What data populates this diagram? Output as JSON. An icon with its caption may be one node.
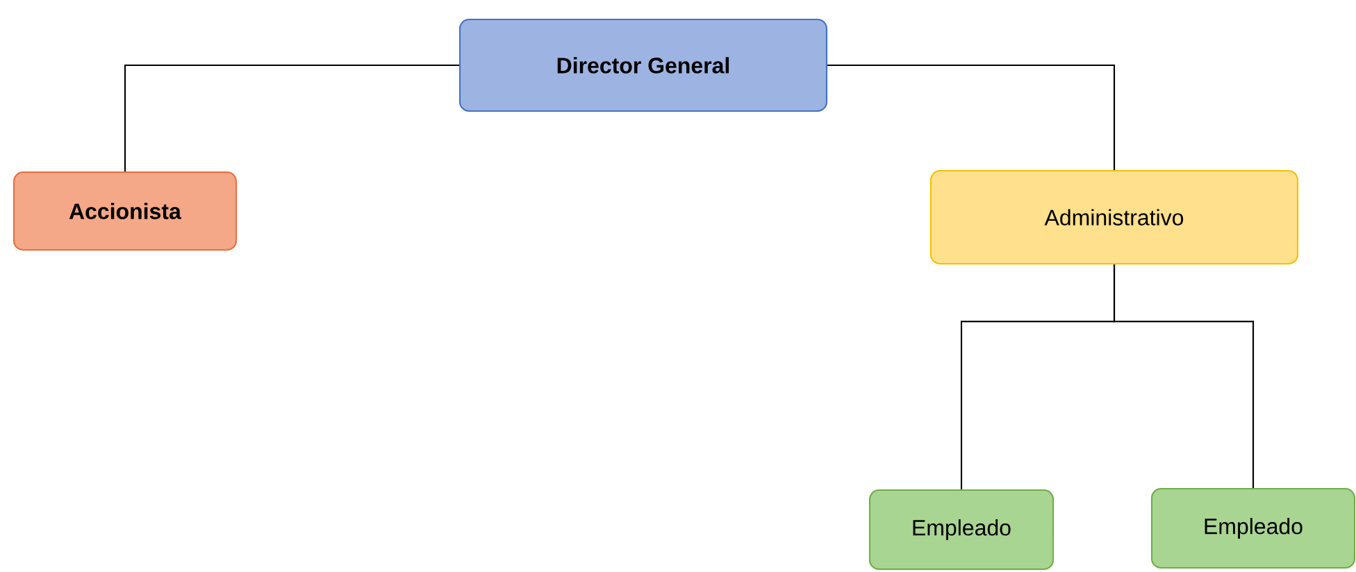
{
  "diagram": {
    "nodes": [
      {
        "text": [
          "**Director General**"
        ]
      },
      {
        "text": [
          "**Accionista**"
        ]
      },
      {
        "text": [
          "Administrativo"
        ]
      },
      {
        "text": [
          "Empleado"
        ]
      },
      {
        "text": [
          "Empleado"
        ]
      }
    ],
    "edges": [
      {
        "from": 0,
        "to": 1,
        "arrow": "none"
      },
      {
        "from": 0,
        "to": 2,
        "arrow": "none"
      },
      {
        "from": 2,
        "to": 3,
        "arrow": "none"
      },
      {
        "from": 2,
        "to": 4,
        "arrow": "none"
      }
    ]
  }
}
